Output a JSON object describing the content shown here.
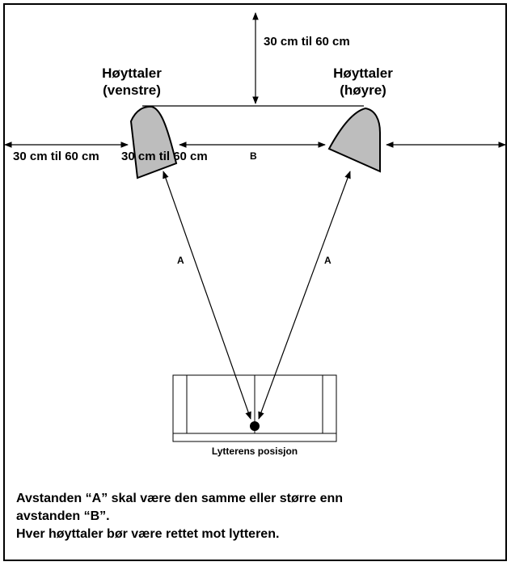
{
  "speakers": {
    "left": {
      "line1": "Høyttaler",
      "line2": "(venstre)"
    },
    "right": {
      "line1": "Høyttaler",
      "line2": "(høyre)"
    }
  },
  "dimensions": {
    "top": "30 cm til 60 cm",
    "left_wall": "30 cm til 60 cm",
    "left_inner": "30 cm til 60 cm",
    "between": "B",
    "a_left": "A",
    "a_right": "A"
  },
  "listener": {
    "label": "Lytterens posisjon"
  },
  "notes": {
    "line1": "Avstanden “A” skal være den samme eller større enn",
    "line2": "avstanden “B”.",
    "line3": "Hver høyttaler bør være rettet mot lytteren."
  },
  "colors": {
    "speaker_fill": "#bdbdbd",
    "line": "#000000"
  }
}
